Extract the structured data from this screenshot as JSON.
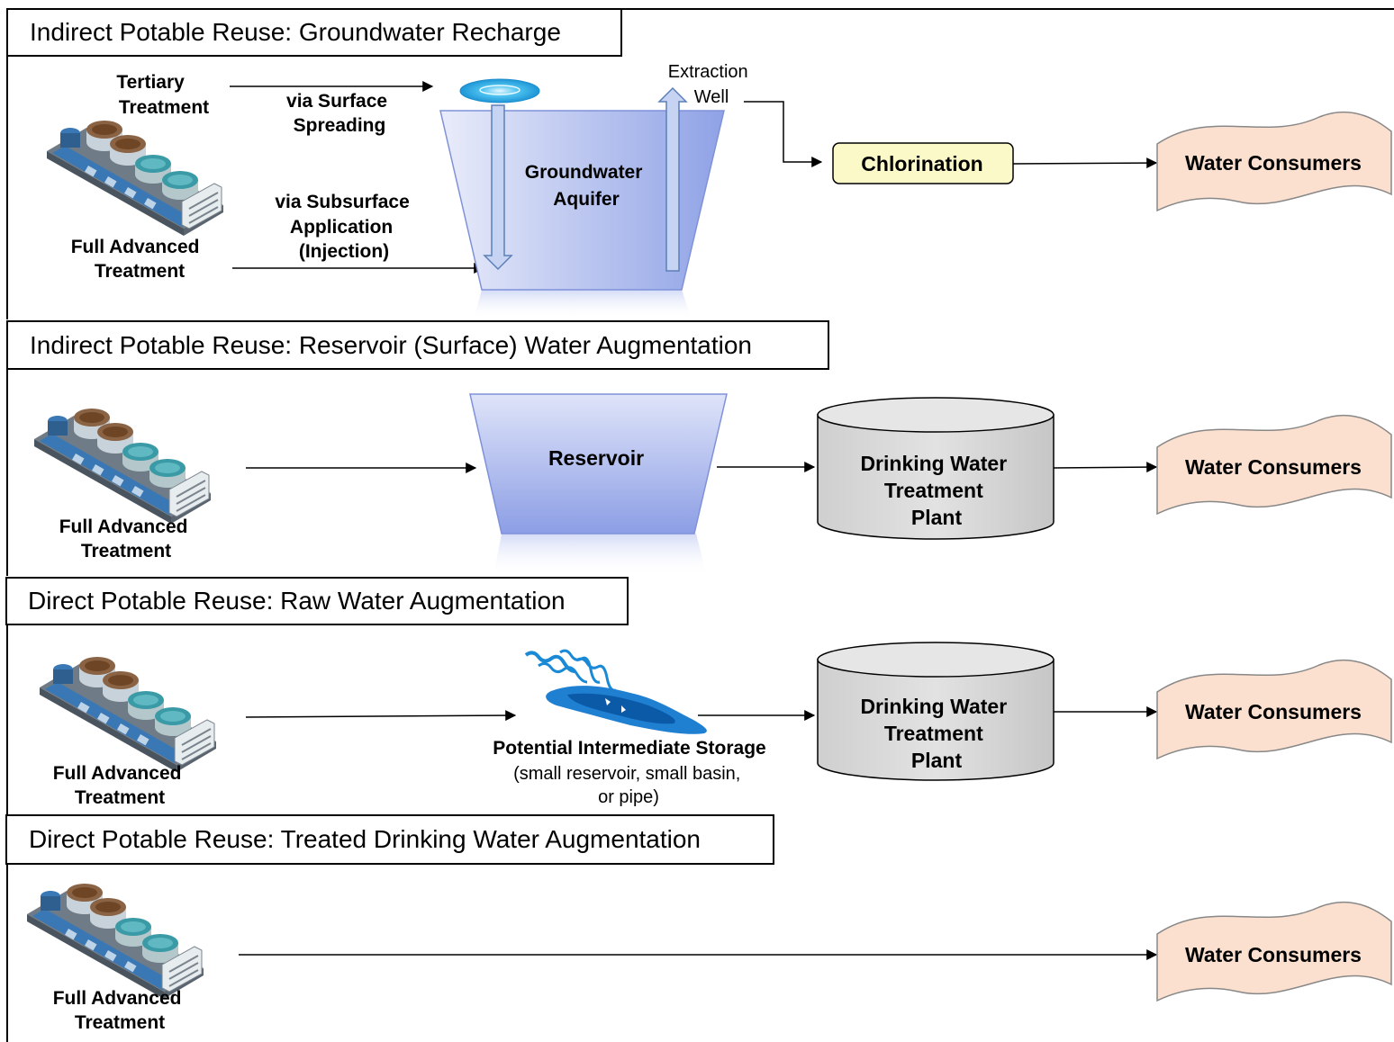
{
  "colors": {
    "accent_blue": "#8fa2e6",
    "consumer_fill": "#fbe0cf",
    "chlorination_fill": "#fbf9c8",
    "dwtp_fill": "#d9d9d9"
  },
  "icons": [
    "treatment-plant-icon",
    "spreading-basin-icon",
    "river-storage-icon"
  ],
  "sections": [
    {
      "title": "Indirect Potable Reuse: Groundwater Recharge",
      "tertiary": [
        "Tertiary",
        "Treatment"
      ],
      "fat": [
        "Full Advanced",
        "Treatment"
      ],
      "surface_spreading": [
        "via Surface",
        "Spreading"
      ],
      "subsurface": [
        "via Subsurface",
        "Application",
        "(Injection)"
      ],
      "aquifer": [
        "Groundwater",
        "Aquifer"
      ],
      "extraction": [
        "Extraction",
        "Well"
      ],
      "chlorination": "Chlorination",
      "consumers": "Water Consumers"
    },
    {
      "title": "Indirect Potable Reuse: Reservoir (Surface) Water Augmentation",
      "fat": [
        "Full Advanced",
        "Treatment"
      ],
      "reservoir": "Reservoir",
      "dwtp": [
        "Drinking Water",
        "Treatment",
        "Plant"
      ],
      "consumers": "Water Consumers"
    },
    {
      "title": "Direct Potable Reuse: Raw Water Augmentation",
      "fat": [
        "Full Advanced",
        "Treatment"
      ],
      "storage_title": "Potential Intermediate Storage",
      "storage_sub": [
        "(small reservoir, small basin,",
        "or pipe)"
      ],
      "dwtp": [
        "Drinking Water",
        "Treatment",
        "Plant"
      ],
      "consumers": "Water Consumers"
    },
    {
      "title": "Direct Potable Reuse: Treated Drinking Water Augmentation",
      "fat": [
        "Full Advanced",
        "Treatment"
      ],
      "consumers": "Water Consumers"
    }
  ]
}
